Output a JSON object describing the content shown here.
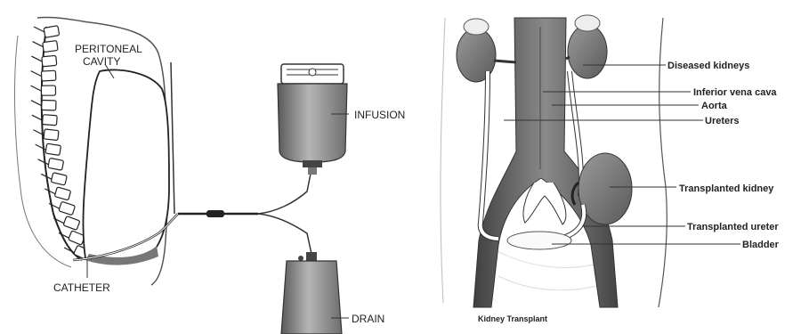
{
  "left_panel": {
    "labels": {
      "peritoneal_1": "PERITONEAL",
      "peritoneal_2": "CAVITY",
      "infusion": "INFUSION",
      "drain": "DRAIN",
      "catheter": "CATHETER"
    }
  },
  "right_panel": {
    "labels": {
      "diseased_kidneys": "Diseased kidneys",
      "inferior_vena_cava": "Inferior vena cava",
      "aorta": "Aorta",
      "ureters": "Ureters",
      "transplanted_kidney": "Transplanted kidney",
      "transplanted_ureter": "Transplanted ureter",
      "bladder": "Bladder"
    },
    "caption": "Kidney Transplant"
  }
}
